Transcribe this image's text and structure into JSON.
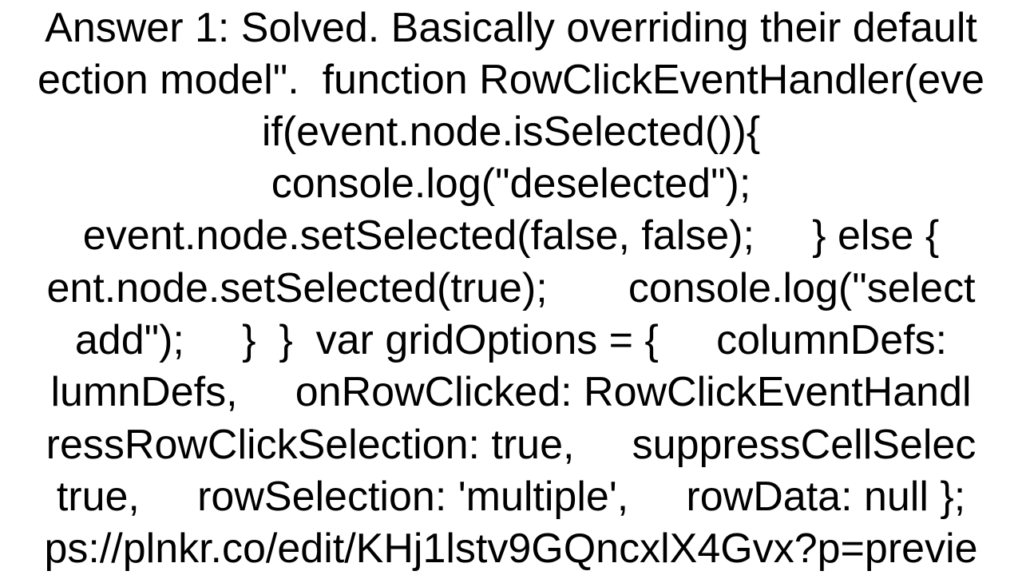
{
  "document": {
    "lines": [
      "Answer 1: Solved. Basically overriding their default",
      "ection model\".  function RowClickEventHandler(eve",
      "if(event.node.isSelected()){",
      "console.log(\"deselected\");",
      "event.node.setSelected(false, false);     } else {",
      "ent.node.setSelected(true);       console.log(\"select",
      "add\");     }  }  var gridOptions = {     columnDefs:",
      "lumnDefs,     onRowClicked: RowClickEventHandl",
      "ressRowClickSelection: true,     suppressCellSelec",
      "true,     rowSelection: 'multiple',     rowData: null };",
      "ps://plnkr.co/edit/KHj1lstv9GQncxlX4Gvx?p=previe"
    ]
  }
}
